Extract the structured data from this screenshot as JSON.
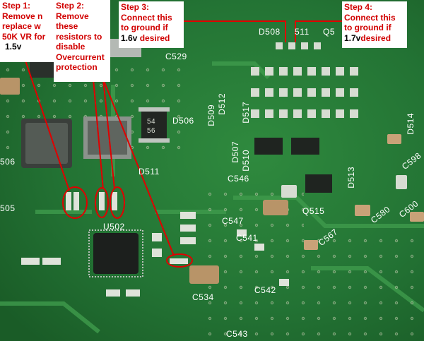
{
  "colors": {
    "board": "#1f6b2c",
    "silkscreen": "#ffffff",
    "callout_text": "#d10000",
    "annotation": "#e00000"
  },
  "steps": [
    {
      "id": "step1",
      "lines": [
        "Step 1:",
        "Remove n",
        "replace w",
        "50K VR for"
      ],
      "value": "1.5v"
    },
    {
      "id": "step2",
      "lines": [
        "Step 2:",
        "Remove",
        "these",
        "resistors to",
        "disable",
        "Overcurrent",
        "protection"
      ]
    },
    {
      "id": "step3",
      "lines": [
        "Step 3:",
        "Connect this",
        "to ground if"
      ],
      "value": "1.6v",
      "suffix": "desired"
    },
    {
      "id": "step4",
      "lines": [
        "Step 4:",
        "Connect this",
        "to ground if"
      ],
      "value": "1.7v",
      "suffix": "desired"
    }
  ],
  "pcb_labels": {
    "d508": "D508",
    "d511_top": "511",
    "q5_top": "Q5",
    "c529": "C529",
    "d506": "D506",
    "d509": "D509",
    "d512": "D512",
    "d517": "D517",
    "d514": "D514",
    "c598": "C598",
    "i506": "506",
    "d511": "D511",
    "d507": "D507",
    "d510": "D510",
    "c546": "C546",
    "d513": "D513",
    "i505": "505",
    "u502": "U502",
    "c547": "C547",
    "q515": "Q515",
    "c580": "C580",
    "c600": "C600",
    "c541": "C541",
    "c567": "C567",
    "c542": "C542",
    "c534": "C534",
    "c543": "C543",
    "chip_top": "54",
    "chip_bottom": "56"
  }
}
